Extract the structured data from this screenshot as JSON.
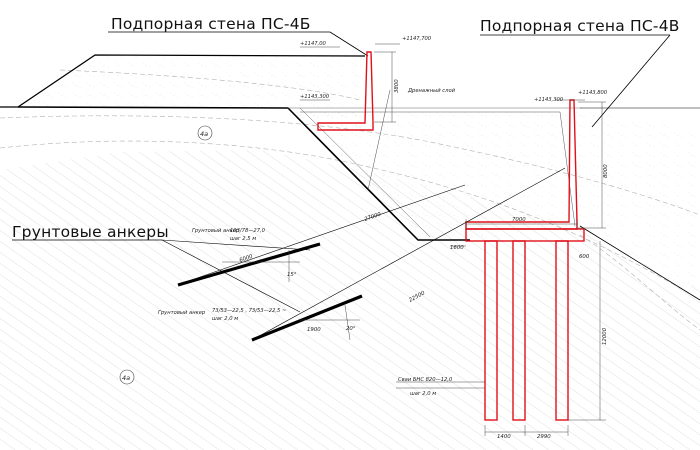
{
  "titles": {
    "wall_b": "Подпорная стена ПС-4Б",
    "wall_v": "Подпорная стена ПС-4В",
    "anchors": "Грунтовые анкеры"
  },
  "elevations": {
    "e1": "+1147,700",
    "e2": "+1147,00",
    "e3": "+1143,300",
    "e4": "+1143,800",
    "e5": "+1143,300"
  },
  "labels": {
    "drain": "Дренажный слой",
    "soil_1": "4а",
    "soil_2": "4а",
    "anchor_1_line1": "Грунтовый анкер",
    "anchor_1_line2": "103/78—27,0",
    "anchor_1_line3": "шаг 2,5 м",
    "anchor_2_line1": "Грунтовый анкер",
    "anchor_2_line2": "73/53—22,5 , 73/53—22,5 ~",
    "anchor_2_line3": "шаг 2,0 м",
    "piles_line1": "Сваи БНС 820—12,0",
    "piles_line2": "шаг 2,0 м"
  },
  "dimensions": {
    "d_3800": "3800",
    "d_8000": "8000",
    "d_27000": "27000",
    "d_7000": "7000",
    "d_1600": "1600",
    "d_600": "600",
    "d_6000": "6000",
    "d_15": "15°",
    "d_22500": "22500",
    "d_1900": "1900",
    "d_20": "20°",
    "d_12000": "12000",
    "d_1400": "1400",
    "d_2990": "2990"
  },
  "colors": {
    "line": "#000000",
    "structure": "#e0101a",
    "hatch": "#bdbdbd"
  }
}
